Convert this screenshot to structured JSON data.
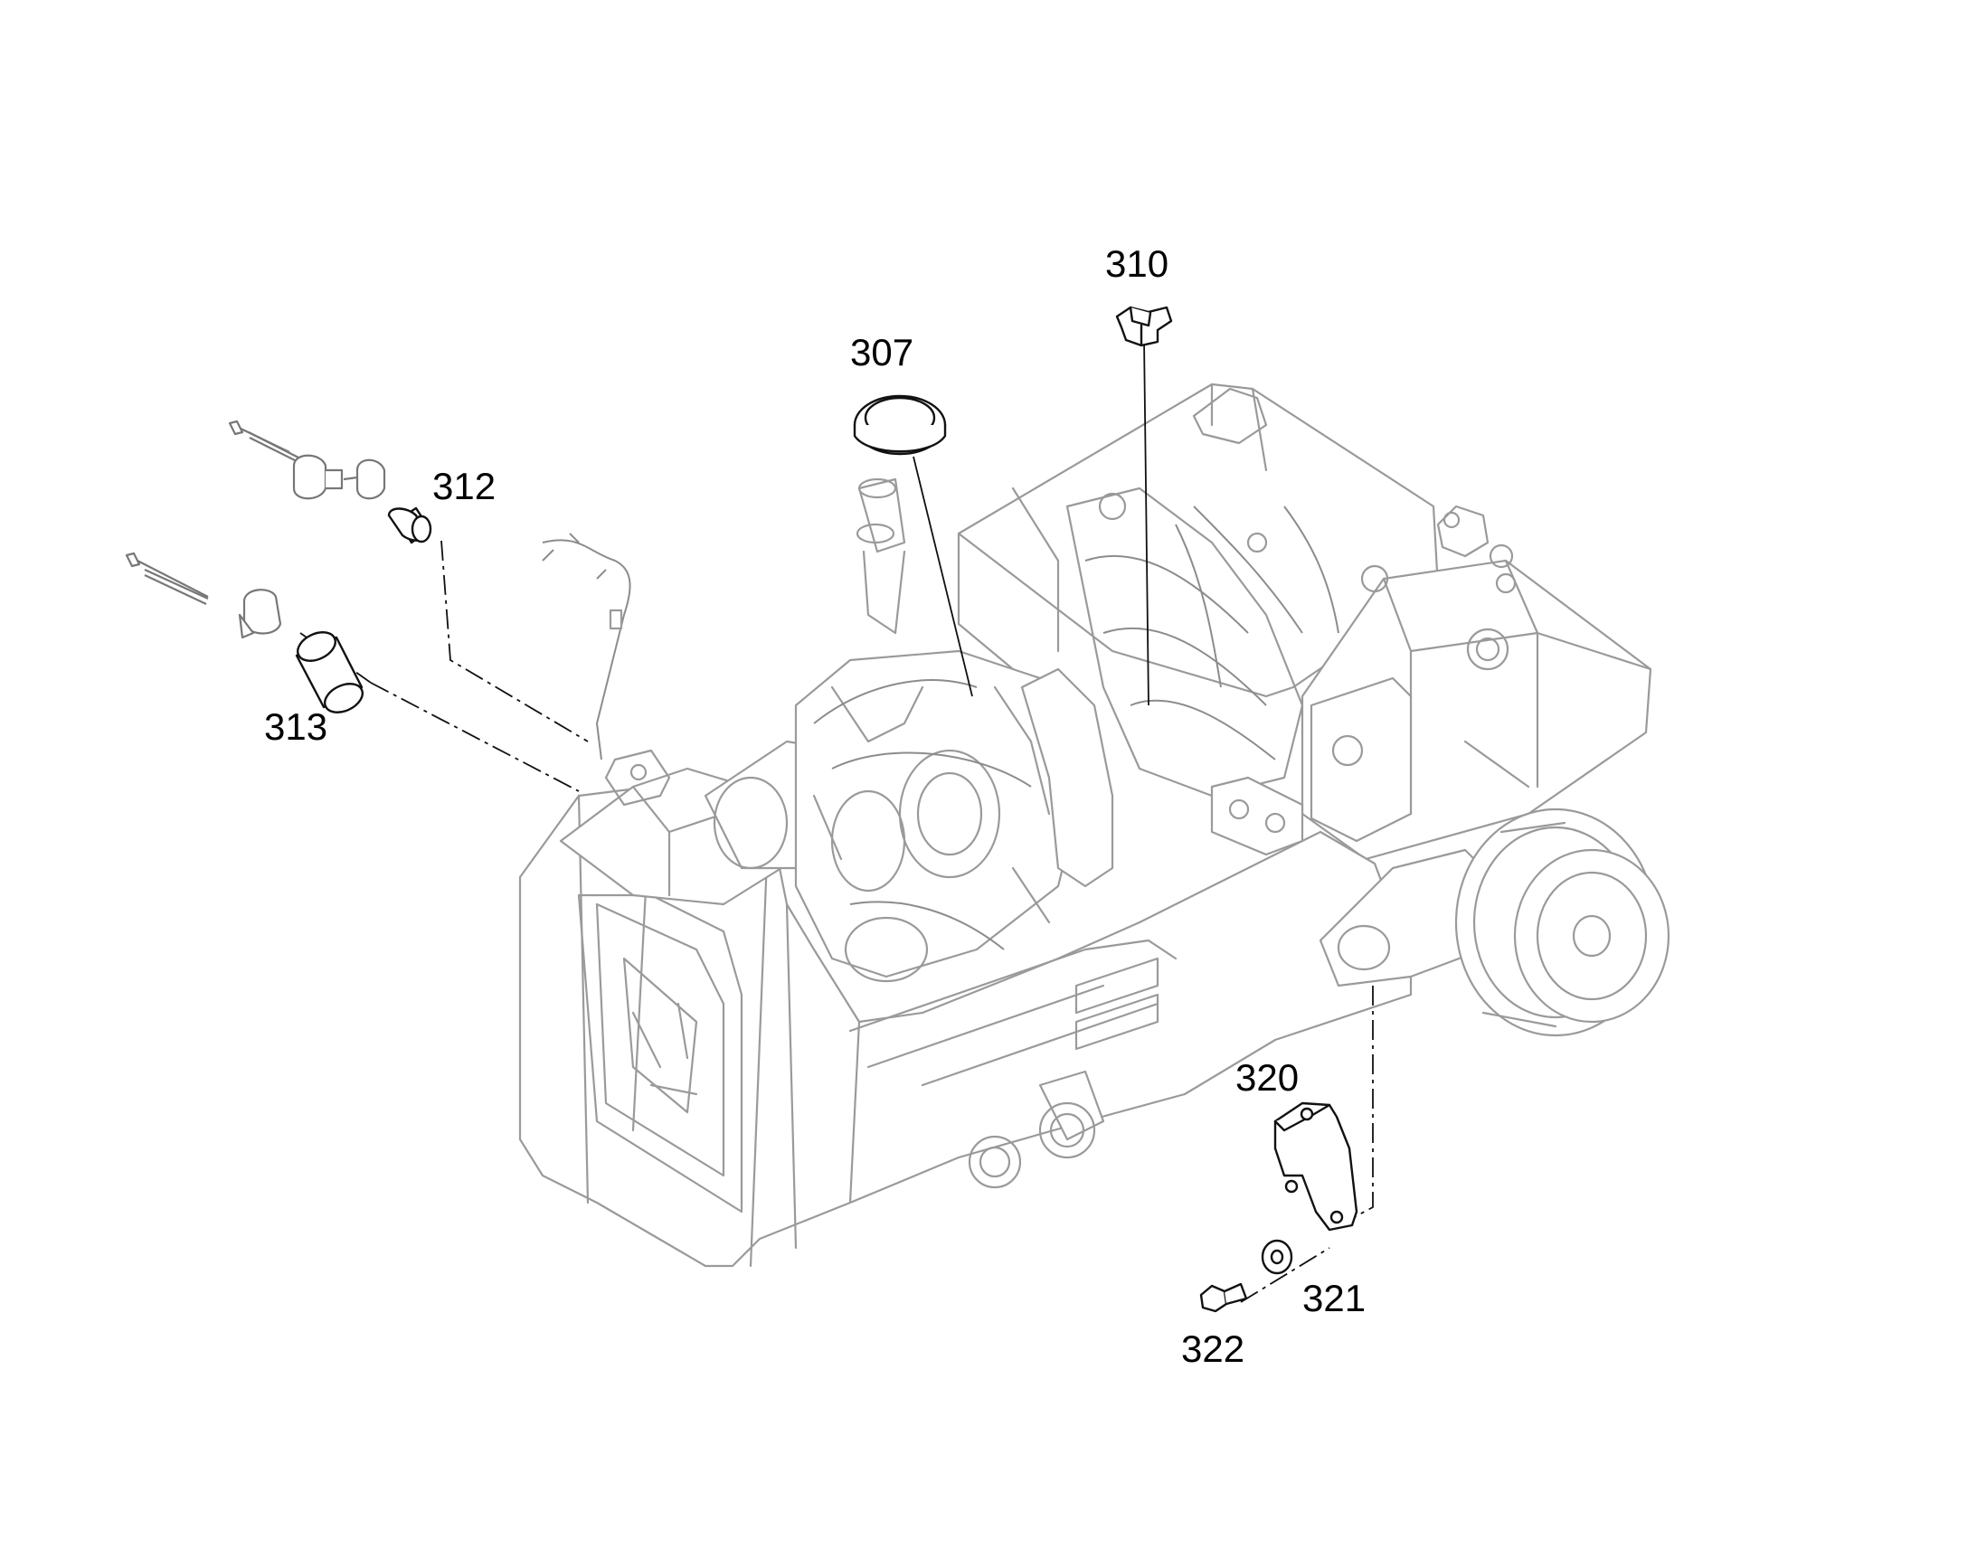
{
  "callouts": {
    "c307": "307",
    "c310": "310",
    "c312": "312",
    "c313": "313",
    "c320": "320",
    "c321": "321",
    "c322": "322"
  },
  "colors": {
    "background": "#ffffff",
    "machine_line": "#9a9a9a",
    "part_line": "#111111"
  }
}
